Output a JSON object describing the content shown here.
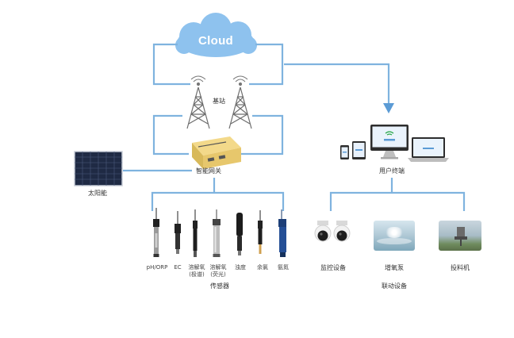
{
  "cloud": {
    "label": "Cloud"
  },
  "base_station": {
    "label": "基站"
  },
  "gateway": {
    "label": "智能网关"
  },
  "solar": {
    "label": "太阳能"
  },
  "user_terminal": {
    "label": "用户终端"
  },
  "sensors": {
    "group_label": "传感器",
    "items": [
      {
        "label": "pH/ORP"
      },
      {
        "label": "EC"
      },
      {
        "label": "溶解氧",
        "sub": "(极谱)"
      },
      {
        "label": "溶解氧",
        "sub": "(荧光)"
      },
      {
        "label": "浊度"
      },
      {
        "label": "余氯"
      },
      {
        "label": "氨氮"
      }
    ]
  },
  "devices": {
    "group_label": "联动设备",
    "items": [
      {
        "label": "监控设备"
      },
      {
        "label": "增氧泵"
      },
      {
        "label": "投料机"
      }
    ]
  },
  "colors": {
    "connector": "#7fb3df",
    "arrow": "#5b9bd5",
    "cloud": "#8ec2ee"
  }
}
